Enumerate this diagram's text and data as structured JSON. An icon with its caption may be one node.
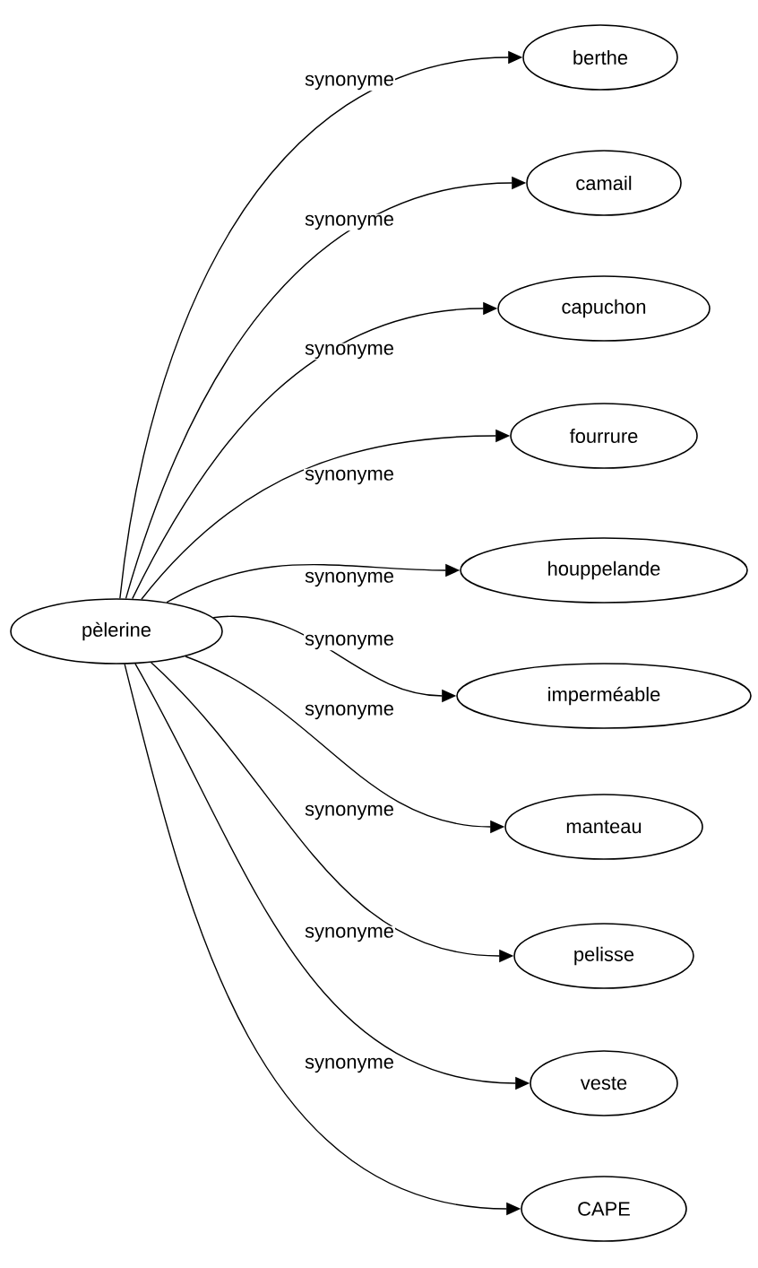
{
  "diagram": {
    "nodes": [
      {
        "text": [
          "pèlerine"
        ]
      },
      {
        "text": [
          "berthe"
        ]
      },
      {
        "text": [
          "camail"
        ]
      },
      {
        "text": [
          "capuchon"
        ]
      },
      {
        "text": [
          "fourrure"
        ]
      },
      {
        "text": [
          "houppelande"
        ]
      },
      {
        "text": [
          "imperméable"
        ]
      },
      {
        "text": [
          "manteau"
        ]
      },
      {
        "text": [
          "pelisse"
        ]
      },
      {
        "text": [
          "veste"
        ]
      },
      {
        "text": [
          "CAPE"
        ]
      }
    ],
    "edges": [
      {
        "from": 0,
        "to": 1,
        "arrow": "to",
        "label": "synonyme"
      },
      {
        "from": 0,
        "to": 2,
        "arrow": "to",
        "label": "synonyme"
      },
      {
        "from": 0,
        "to": 3,
        "arrow": "to",
        "label": "synonyme"
      },
      {
        "from": 0,
        "to": 4,
        "arrow": "to",
        "label": "synonyme"
      },
      {
        "from": 0,
        "to": 5,
        "arrow": "to",
        "label": "synonyme"
      },
      {
        "from": 0,
        "to": 6,
        "arrow": "to",
        "label": "synonyme"
      },
      {
        "from": 0,
        "to": 7,
        "arrow": "to",
        "label": "synonyme"
      },
      {
        "from": 0,
        "to": 8,
        "arrow": "to",
        "label": "synonyme"
      },
      {
        "from": 0,
        "to": 9,
        "arrow": "to",
        "label": "synonyme"
      },
      {
        "from": 0,
        "to": 10,
        "arrow": "to",
        "label": "synonyme"
      }
    ]
  }
}
